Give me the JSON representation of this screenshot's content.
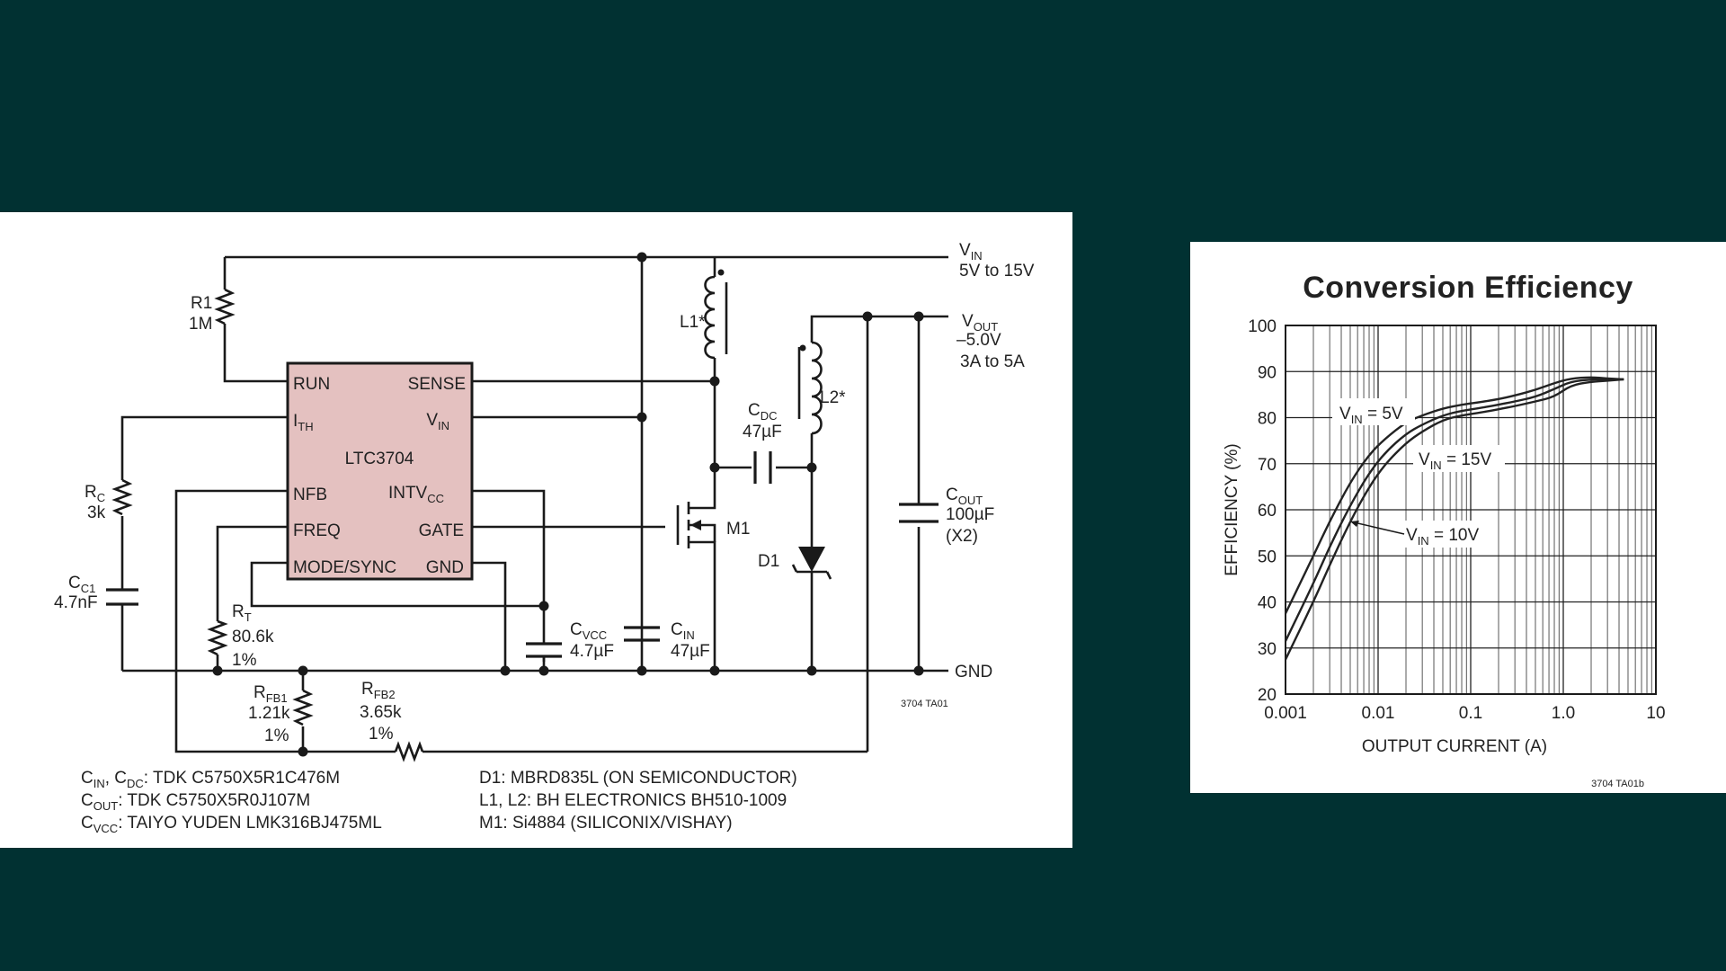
{
  "schematic": {
    "ic": {
      "name": "LTC3704",
      "pins_left": [
        "RUN",
        "I_TH",
        "NFB",
        "FREQ",
        "MODE/SYNC"
      ],
      "pin_ith_main": "I",
      "pin_ith_sub": "TH",
      "pins_right_sense": "SENSE",
      "pin_vin_main": "V",
      "pin_vin_sub": "IN",
      "pin_intvcc_main": "INTV",
      "pin_intvcc_sub": "CC",
      "pin_gate": "GATE",
      "pin_gnd": "GND",
      "fill_color": "#e4c1c0"
    },
    "vin": {
      "main": "V",
      "sub": "IN",
      "range": "5V to 15V"
    },
    "vout": {
      "main": "V",
      "sub": "OUT",
      "value": "–5.0V",
      "current": "3A to 5A"
    },
    "gnd_label": "GND",
    "r1": {
      "name": "R1",
      "value": "1M"
    },
    "rc": {
      "main": "R",
      "sub": "C",
      "value": "3k"
    },
    "cc1": {
      "main": "C",
      "sub": "C1",
      "value": "4.7nF"
    },
    "rt": {
      "main": "R",
      "sub": "T",
      "value": "80.6k",
      "tol": "1%"
    },
    "rfb1": {
      "main": "R",
      "sub": "FB1",
      "value": "1.21k",
      "tol": "1%"
    },
    "rfb2": {
      "main": "R",
      "sub": "FB2",
      "value": "3.65k",
      "tol": "1%"
    },
    "cvcc": {
      "main": "C",
      "sub": "VCC",
      "value": "4.7µF"
    },
    "cin": {
      "main": "C",
      "sub": "IN",
      "value": "47µF"
    },
    "cdc": {
      "main": "C",
      "sub": "DC",
      "value": "47µF"
    },
    "cout": {
      "main": "C",
      "sub": "OUT",
      "value": "100µF",
      "qty": "(X2)"
    },
    "l1": "L1*",
    "l2": "L2*",
    "m1": "M1",
    "d1": "D1",
    "figure_id": "3704 TA01",
    "notes_left": [
      {
        "pre": "C",
        "sub": "IN",
        "mid": ", C",
        "sub2": "DC",
        "text": ": TDK C5750X5R1C476M"
      },
      {
        "pre": "C",
        "sub": "OUT",
        "mid": "",
        "sub2": "",
        "text": ": TDK C5750X5R0J107M"
      },
      {
        "pre": "C",
        "sub": "VCC",
        "mid": "",
        "sub2": "",
        "text": ": TAIYO YUDEN LMK316BJ475ML"
      }
    ],
    "notes_right": [
      "D1: MBRD835L (ON SEMICONDUCTOR)",
      "L1, L2: BH ELECTRONICS BH510-1009",
      "M1: Si4884 (SILICONIX/VISHAY)"
    ]
  },
  "chart_data": {
    "type": "line",
    "title": "Conversion Efficiency",
    "xlabel": "OUTPUT CURRENT (A)",
    "ylabel": "EFFICIENCY (%)",
    "x_scale": "log",
    "xlim": [
      0.001,
      10
    ],
    "ylim": [
      20,
      100
    ],
    "x_ticks": [
      "0.001",
      "0.01",
      "0.1",
      "1.0",
      "10"
    ],
    "y_ticks": [
      "20",
      "30",
      "40",
      "50",
      "60",
      "70",
      "80",
      "90",
      "100"
    ],
    "grid": true,
    "figure_id": "3704 TA01b",
    "series": [
      {
        "name": "V_IN = 5V",
        "label_main": "V",
        "label_sub": "IN",
        "label_rest": " = 5V",
        "x": [
          0.001,
          0.002,
          0.003,
          0.005,
          0.008,
          0.012,
          0.02,
          0.03,
          0.05,
          0.08,
          0.12,
          0.2,
          0.3,
          0.5,
          0.8,
          1.2,
          2,
          3,
          4.5
        ],
        "y": [
          37.5,
          50,
          57.5,
          66,
          72,
          75.5,
          79,
          80.5,
          82,
          82.8,
          83.3,
          84,
          84.8,
          86,
          87.5,
          88.5,
          88.8,
          88.5,
          88.3
        ]
      },
      {
        "name": "V_IN = 15V",
        "label_main": "V",
        "label_sub": "IN",
        "label_rest": " = 15V",
        "x": [
          0.001,
          0.002,
          0.003,
          0.005,
          0.008,
          0.012,
          0.02,
          0.03,
          0.05,
          0.08,
          0.12,
          0.2,
          0.3,
          0.5,
          0.8,
          1.2,
          2,
          3,
          4.5
        ],
        "y": [
          31.5,
          44,
          52,
          61,
          68,
          72.5,
          76.5,
          78.5,
          80.5,
          81.5,
          82,
          82.8,
          83.5,
          84.5,
          86.2,
          87.8,
          88.3,
          88.3,
          88.3
        ]
      },
      {
        "name": "V_IN = 10V",
        "label_main": "V",
        "label_sub": "IN",
        "label_rest": " = 10V",
        "x": [
          0.001,
          0.002,
          0.003,
          0.005,
          0.008,
          0.012,
          0.02,
          0.03,
          0.05,
          0.08,
          0.12,
          0.2,
          0.3,
          0.5,
          0.8,
          1.2,
          2,
          3,
          4.5
        ],
        "y": [
          27.5,
          40,
          48,
          57.5,
          65,
          70,
          74.5,
          77,
          79.5,
          80.5,
          81,
          81.8,
          82.5,
          83.5,
          84.5,
          87,
          87.8,
          88,
          88.3
        ]
      }
    ]
  }
}
